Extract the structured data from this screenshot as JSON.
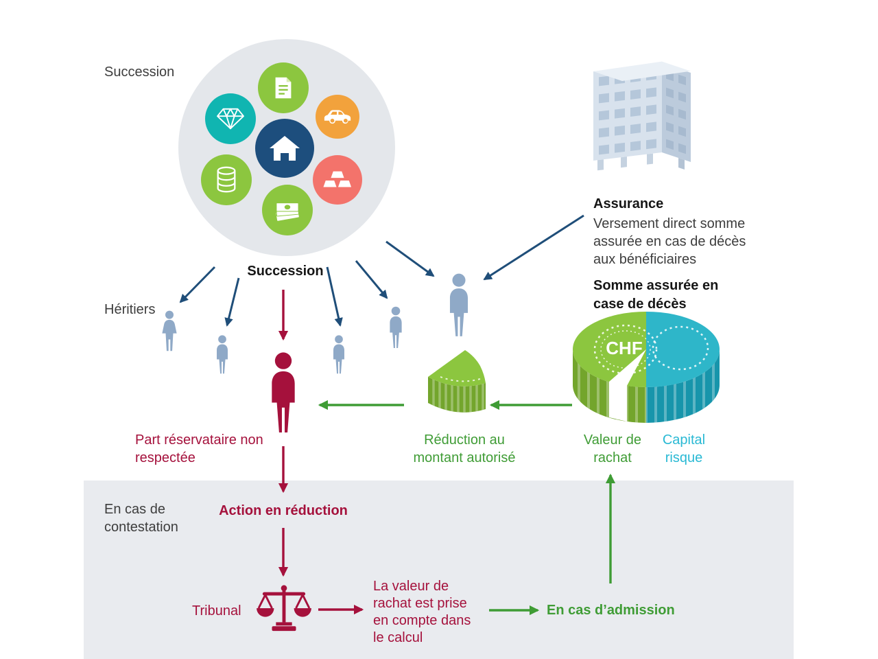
{
  "colors": {
    "navy": "#1f4e79",
    "crimson": "#a5113c",
    "green": "#3f9c35",
    "lime": "#8cc63f",
    "lime_dark": "#73a52c",
    "teal": "#2eb6c9",
    "teal_dark": "#1795ab",
    "cyan_text": "#29b9d4",
    "teal_icon": "#10b5b1",
    "orange": "#f2a23c",
    "coral": "#f3736b",
    "house_navy": "#1d4e7d",
    "person_steel": "#8fa9c7",
    "wheel_bg": "#e4e7eb",
    "section_bg": "#e9ebef",
    "text_gray": "#3d3d3d"
  },
  "estate": {
    "caption": "Succession",
    "title": "Succession",
    "assets": [
      "document",
      "diamond",
      "car",
      "house",
      "coins",
      "gold-bars",
      "banknotes"
    ]
  },
  "heirs": {
    "label": "Héritiers"
  },
  "assurance": {
    "title": "Assurance",
    "description": "Versement direct somme\nassurée en cas de décès\naux bénéficiaires"
  },
  "insured_sum": {
    "title": "Somme assurée en\ncase de décès",
    "chf": "CHF",
    "surrender_value": "Valeur de\nrachat",
    "risk_capital": "Capital\nrisque"
  },
  "reduction": {
    "label": "Réduction au\nmontant autorisé"
  },
  "reserved_share": {
    "label": "Part réservataire non\nrespectée"
  },
  "contestation": {
    "label": "En cas de\ncontestation",
    "action": "Action en réduction",
    "tribunal": "Tribunal",
    "calc_note": "La valeur de\nrachat est prise\nen compte dans\nle calcul",
    "admission": "En cas d’admission"
  }
}
